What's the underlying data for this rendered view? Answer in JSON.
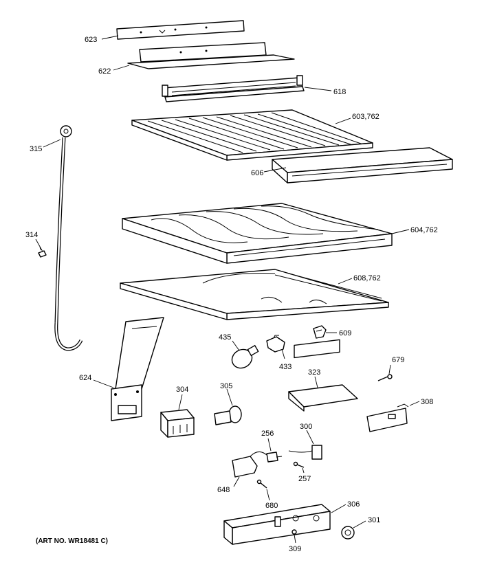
{
  "art_number": "(ART NO. WR18481 C)",
  "labels": {
    "p623": "623",
    "p622": "622",
    "p618": "618",
    "p603": "603,762",
    "p606": "606",
    "p315": "315",
    "p314": "314",
    "p604": "604,762",
    "p608": "608,762",
    "p609": "609",
    "p435": "435",
    "p433": "433",
    "p679": "679",
    "p624": "624",
    "p304": "304",
    "p305": "305",
    "p323": "323",
    "p308": "308",
    "p256": "256",
    "p300": "300",
    "p257": "257",
    "p648": "648",
    "p680": "680",
    "p306": "306",
    "p301": "301",
    "p309": "309"
  }
}
